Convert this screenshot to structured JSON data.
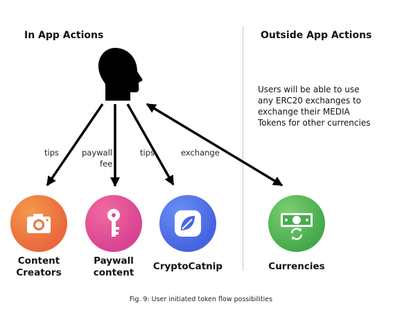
{
  "left_section": {
    "title": "In App Actions"
  },
  "right_section": {
    "title": "Outside App Actions",
    "description_lines": [
      "Users will be able to use",
      "any ERC20 exchanges to",
      "exchange their MEDIA",
      "Tokens for other currencies"
    ]
  },
  "edges": {
    "tips_creators": "tips",
    "paywall_line1": "paywall",
    "paywall_line2": "fee",
    "tips_catnip": "tips",
    "exchange": "exchange"
  },
  "nodes": {
    "creators": {
      "line1": "Content",
      "line2": "Creators",
      "color": "#e9683c"
    },
    "paywall": {
      "line1": "Paywall",
      "line2": "content",
      "color": "#d94392"
    },
    "catnip": {
      "label": "CryptoCatnip",
      "color": "#4663e0"
    },
    "currencies": {
      "label": "Currencies",
      "color": "#45a94b"
    }
  },
  "caption": "Fig. 9: User initiated token flow possibilities",
  "icons": [
    "user-head-icon",
    "camera-icon",
    "key-icon",
    "leaf-icon",
    "money-exchange-icon"
  ]
}
